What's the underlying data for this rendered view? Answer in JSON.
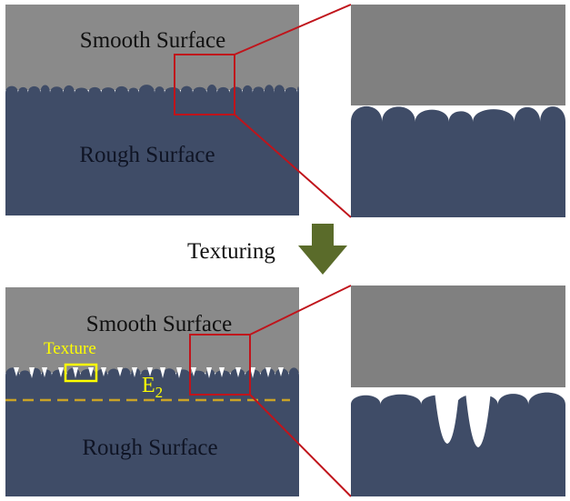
{
  "colors": {
    "smooth": "#8a8a8a",
    "smooth_zoom": "#808080",
    "rough": "#3f4c67",
    "zoom_frame": "#c0141b",
    "arrow": "#5a6b2a",
    "texture": "#ffff00",
    "e2_line": "#c9a227",
    "text": "#111111"
  },
  "top_panel": {
    "smooth_label": "Smooth Surface",
    "rough_label": "Rough Surface"
  },
  "arrow_label": "Texturing",
  "bottom_panel": {
    "smooth_label": "Smooth Surface",
    "rough_label": "Rough Surface",
    "texture_label": "Texture",
    "e2_main": "E",
    "e2_sub": "2"
  },
  "icons": {
    "arrow": "arrow-down-icon"
  }
}
